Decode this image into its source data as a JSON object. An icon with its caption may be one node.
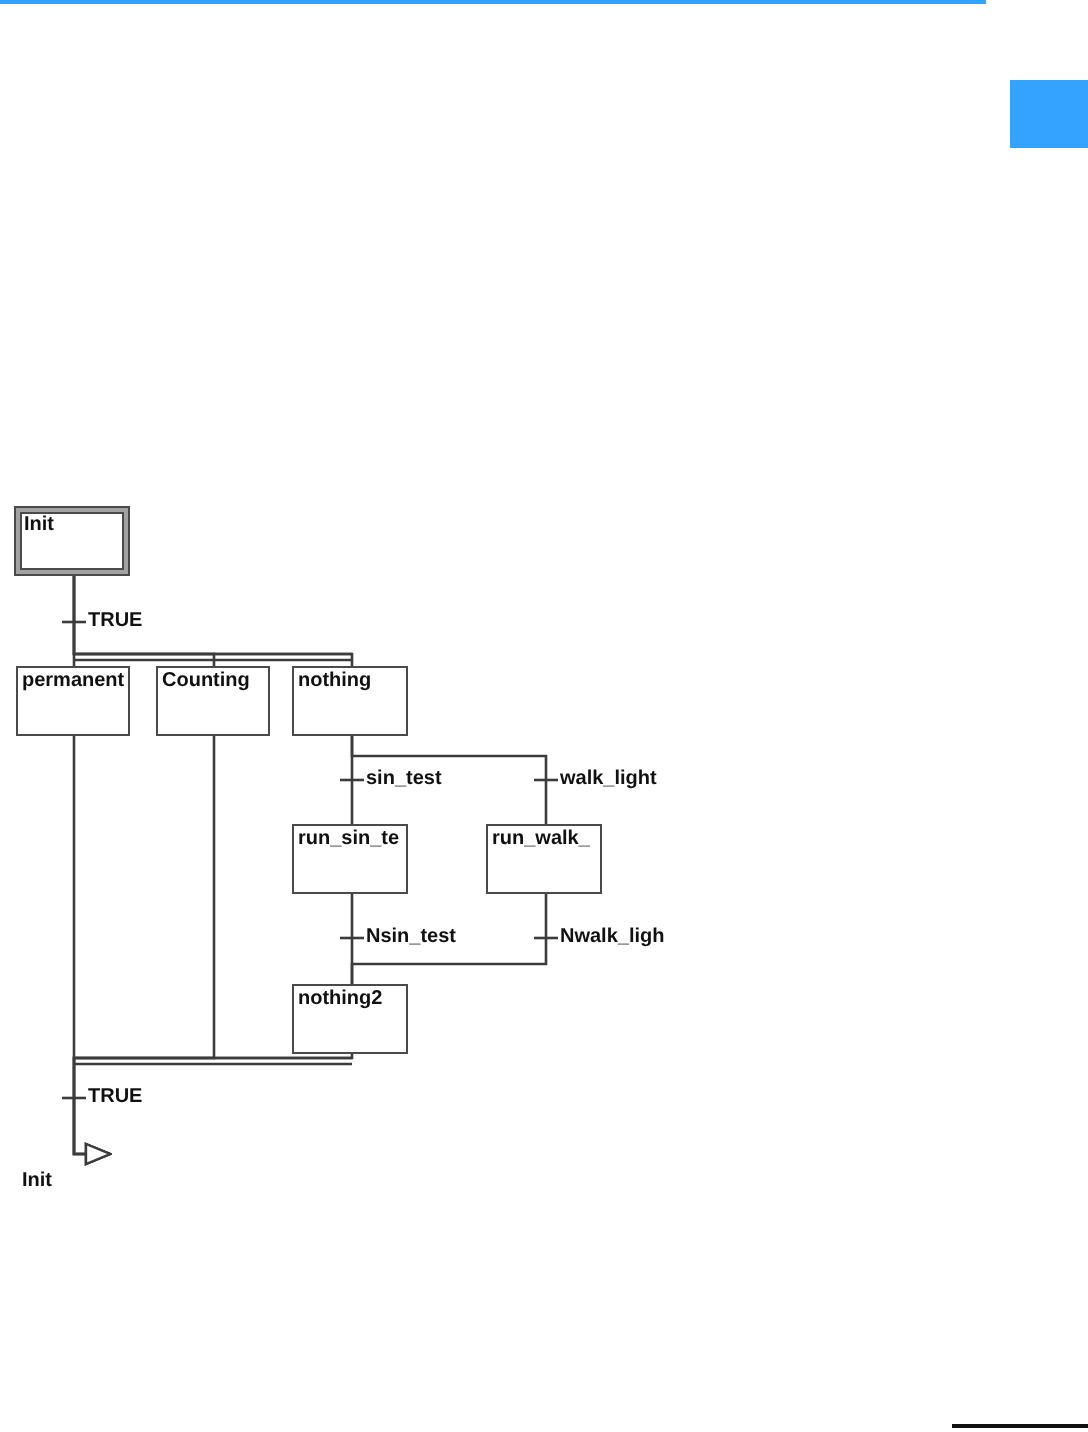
{
  "diagram": {
    "nodes": [
      {
        "text": [
          "Init"
        ]
      },
      {
        "text": [
          "permanent"
        ]
      },
      {
        "text": [
          "Counting"
        ]
      },
      {
        "text": [
          "nothing"
        ]
      },
      {
        "text": [
          "run_sin_te"
        ]
      },
      {
        "text": [
          "run_walk_"
        ]
      },
      {
        "text": [
          "nothing2"
        ]
      },
      {
        "text": [
          "Init"
        ]
      }
    ],
    "edges": [
      {
        "from": 0,
        "to": 1,
        "arrow": "none",
        "label": "TRUE"
      },
      {
        "from": 0,
        "to": 2,
        "arrow": "none"
      },
      {
        "from": 0,
        "to": 3,
        "arrow": "none"
      },
      {
        "from": 3,
        "to": 4,
        "arrow": "none",
        "label": "sin_test"
      },
      {
        "from": 3,
        "to": 5,
        "arrow": "none",
        "label": "walk_light"
      },
      {
        "from": 4,
        "to": 6,
        "arrow": "none",
        "label": "Nsin_test"
      },
      {
        "from": 5,
        "to": 6,
        "arrow": "none",
        "label": "Nwalk_ligh"
      },
      {
        "from": 1,
        "to": 7,
        "arrow": "to",
        "label": "TRUE"
      },
      {
        "from": 2,
        "to": 7,
        "arrow": "to"
      },
      {
        "from": 6,
        "to": 7,
        "arrow": "to"
      }
    ]
  }
}
